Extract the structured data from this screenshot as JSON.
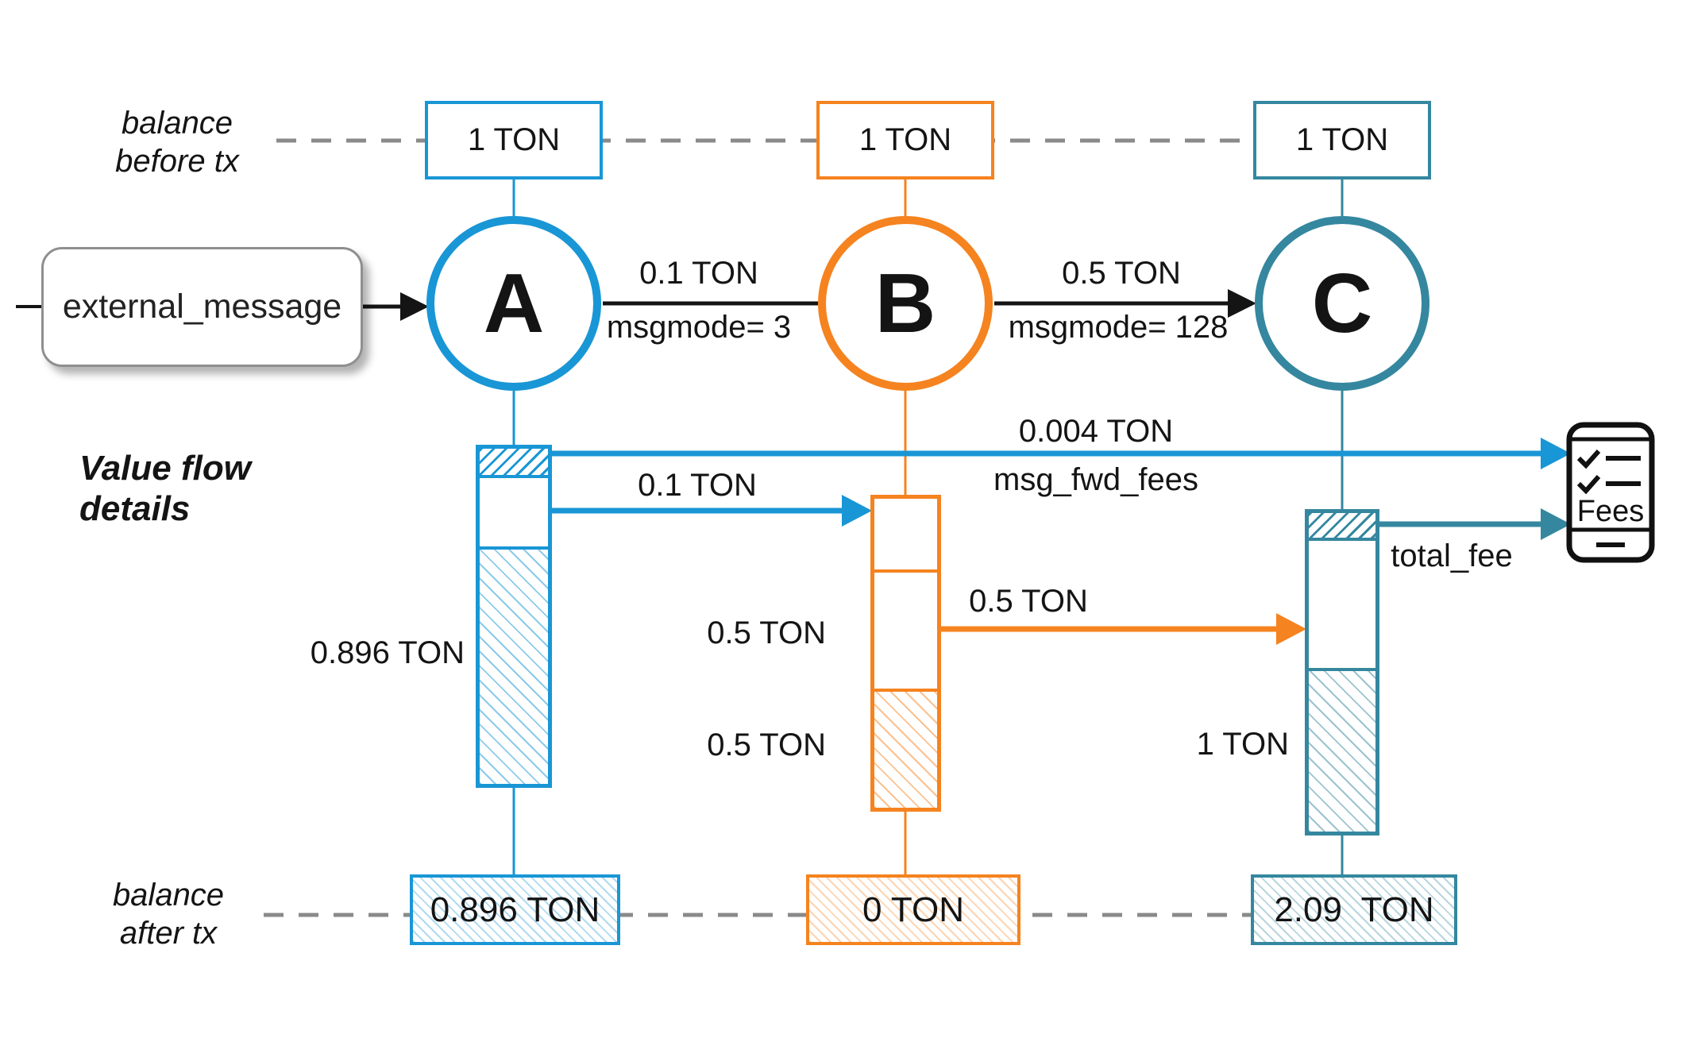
{
  "palette": {
    "blue": "#1996D5",
    "orange": "#F5831F",
    "teal": "#35879F",
    "dash_gray": "#8A8A8A",
    "black": "#141414"
  },
  "annotations": {
    "balance_before": {
      "line1": "balance",
      "line2": "before tx"
    },
    "value_flow": {
      "line1": "Value flow",
      "line2": "details"
    },
    "balance_after": {
      "line1": "balance",
      "line2": "after tx"
    }
  },
  "external_message": {
    "label": "external_message"
  },
  "accounts": [
    {
      "letter": "A",
      "balance_before": "1 TON",
      "balance_after": "0.896 TON",
      "remaining_label": "0.896 TON"
    },
    {
      "letter": "B",
      "balance_before": "1 TON",
      "balance_after": "0 TON",
      "segment_labels": [
        "0.5 TON",
        "0.5 TON"
      ]
    },
    {
      "letter": "C",
      "balance_before": "1 TON",
      "balance_after": "2.09  TON",
      "incoming_label": "1 TON"
    }
  ],
  "messages": {
    "a_to_b": {
      "amount": "0.1 TON",
      "mode": "msgmode= 3"
    },
    "b_to_c": {
      "amount": "0.5 TON",
      "mode": "msgmode= 128"
    }
  },
  "value_flows": {
    "msg_fwd_fees": {
      "amount": "0.004 TON",
      "label": "msg_fwd_fees"
    },
    "a_to_b_amount": "0.1 TON",
    "b_to_c_amount": "0.5 TON",
    "total_fee_label": "total_fee"
  },
  "fees_icon": {
    "label": "Fees"
  }
}
